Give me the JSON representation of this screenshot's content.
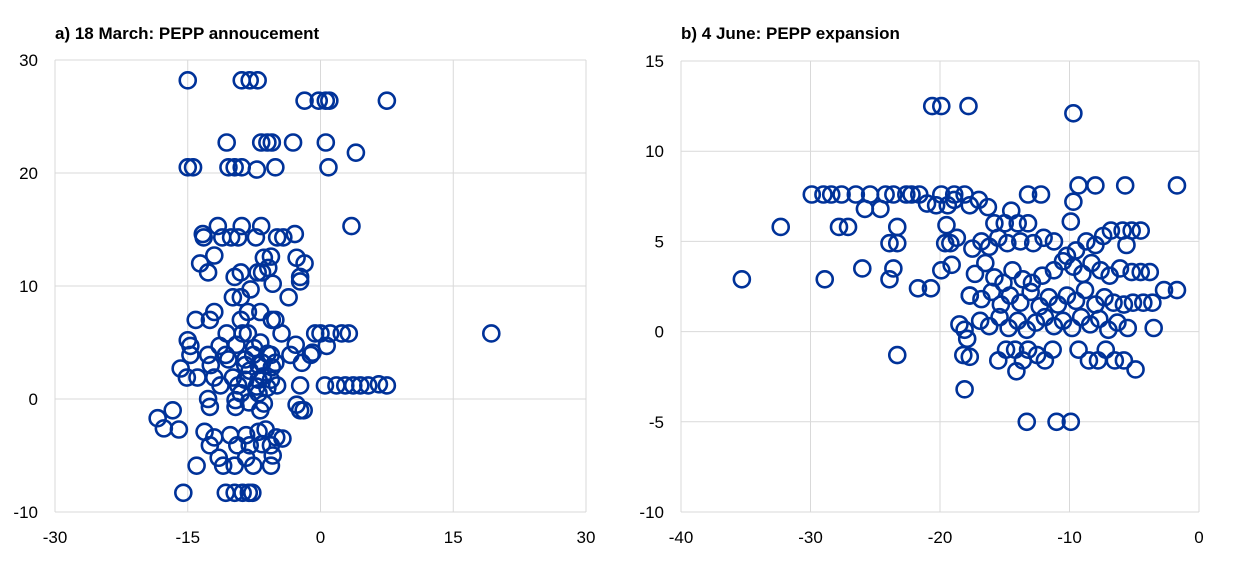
{
  "marker_color": "#003299",
  "chart_data": [
    {
      "type": "scatter",
      "title": "a) 18 March: PEPP annoucement",
      "xlim": [
        -30,
        30
      ],
      "ylim": [
        -10,
        30
      ],
      "xticks": [
        -30,
        -15,
        0,
        15,
        30
      ],
      "yticks": [
        -10,
        0,
        10,
        20,
        30
      ],
      "xtick_labels": [
        "-30",
        "-15",
        "0",
        "15",
        "30"
      ],
      "ytick_labels": [
        "-10",
        "0",
        "10",
        "20",
        "30"
      ],
      "grid": true,
      "points": [
        [
          -15,
          28.2
        ],
        [
          -8.9,
          28.2
        ],
        [
          -8,
          28.2
        ],
        [
          -7.1,
          28.2
        ],
        [
          -1.8,
          26.4
        ],
        [
          -0.2,
          26.4
        ],
        [
          0.6,
          26.4
        ],
        [
          1,
          26.4
        ],
        [
          7.5,
          26.4
        ],
        [
          -15,
          20.5
        ],
        [
          -14.4,
          20.5
        ],
        [
          -10.6,
          22.7
        ],
        [
          -6.7,
          22.7
        ],
        [
          -6,
          22.7
        ],
        [
          -5.5,
          22.7
        ],
        [
          -3.1,
          22.7
        ],
        [
          0.6,
          22.7
        ],
        [
          4,
          21.8
        ],
        [
          -10.4,
          20.5
        ],
        [
          -9.7,
          20.5
        ],
        [
          -8.9,
          20.5
        ],
        [
          -7.2,
          20.3
        ],
        [
          -5.1,
          20.5
        ],
        [
          0.9,
          20.5
        ],
        [
          3.5,
          15.3
        ],
        [
          -11.6,
          15.3
        ],
        [
          -8.9,
          15.3
        ],
        [
          -6.7,
          15.3
        ],
        [
          -13.3,
          14.6
        ],
        [
          -13.2,
          14.3
        ],
        [
          -11.1,
          14.3
        ],
        [
          -10.1,
          14.3
        ],
        [
          -9.3,
          14.3
        ],
        [
          -7.3,
          14.3
        ],
        [
          -4.9,
          14.3
        ],
        [
          -4.2,
          14.3
        ],
        [
          -2.9,
          14.6
        ],
        [
          -13.6,
          12
        ],
        [
          -12,
          12.7
        ],
        [
          -6.4,
          12.5
        ],
        [
          -5.6,
          12.6
        ],
        [
          -2.7,
          12.5
        ],
        [
          -1.8,
          12
        ],
        [
          -12.7,
          11.2
        ],
        [
          -9.7,
          10.8
        ],
        [
          -9,
          11.2
        ],
        [
          -7.1,
          11.2
        ],
        [
          -6.6,
          11.2
        ],
        [
          -5.9,
          11.6
        ],
        [
          -2.3,
          10.8
        ],
        [
          -9.9,
          9
        ],
        [
          -7.9,
          9.7
        ],
        [
          -5.4,
          10.2
        ],
        [
          -2.3,
          10.4
        ],
        [
          -9,
          9
        ],
        [
          -3.6,
          9
        ],
        [
          -12,
          7.7
        ],
        [
          -8.2,
          7.7
        ],
        [
          -6.8,
          7.7
        ],
        [
          -5.1,
          7
        ],
        [
          -14.1,
          7
        ],
        [
          -12.5,
          7
        ],
        [
          -9,
          7
        ],
        [
          -5.5,
          7
        ],
        [
          -10.6,
          5.8
        ],
        [
          -8.8,
          5.8
        ],
        [
          -8.2,
          5.8
        ],
        [
          -4.4,
          5.8
        ],
        [
          -0.6,
          5.8
        ],
        [
          0,
          5.8
        ],
        [
          1.1,
          5.8
        ],
        [
          2.4,
          5.8
        ],
        [
          3.2,
          5.8
        ],
        [
          -15,
          5.2
        ],
        [
          -14.7,
          4.7
        ],
        [
          -11.4,
          4.7
        ],
        [
          -9.5,
          4.8
        ],
        [
          -6.8,
          5
        ],
        [
          -2.8,
          4.8
        ],
        [
          0.7,
          4.7
        ],
        [
          -14.7,
          3.9
        ],
        [
          -12.7,
          3.9
        ],
        [
          -10.7,
          3.9
        ],
        [
          -7.6,
          3.9
        ],
        [
          -5.6,
          3.9
        ],
        [
          -3.4,
          3.9
        ],
        [
          -1.1,
          3.9
        ],
        [
          -0.9,
          4.1
        ],
        [
          -15.8,
          2.7
        ],
        [
          -12.4,
          3
        ],
        [
          -10.4,
          3.5
        ],
        [
          -8.5,
          3.5
        ],
        [
          -6.6,
          3.2
        ],
        [
          -5.1,
          3.2
        ],
        [
          -2.1,
          3.2
        ],
        [
          -15.1,
          1.9
        ],
        [
          -13.9,
          1.9
        ],
        [
          -12,
          1.9
        ],
        [
          -9.9,
          1.9
        ],
        [
          -8.5,
          1.7
        ],
        [
          -7,
          1.7
        ],
        [
          -5.6,
          1.7
        ],
        [
          -11.3,
          1.2
        ],
        [
          -9.3,
          1.2
        ],
        [
          -7.2,
          1.1
        ],
        [
          -4.9,
          1.2
        ],
        [
          -2.3,
          1.2
        ],
        [
          0.5,
          1.2
        ],
        [
          1.8,
          1.2
        ],
        [
          2.8,
          1.2
        ],
        [
          3.7,
          1.2
        ],
        [
          4.5,
          1.2
        ],
        [
          5.4,
          1.2
        ],
        [
          6.6,
          1.3
        ],
        [
          7.5,
          1.2
        ],
        [
          -12.7,
          0
        ],
        [
          -9.6,
          -0.1
        ],
        [
          -8.1,
          -0.3
        ],
        [
          -6.4,
          -0.4
        ],
        [
          -12.5,
          -0.7
        ],
        [
          -9.6,
          -0.7
        ],
        [
          -6.8,
          -1
        ],
        [
          -2.7,
          -0.5
        ],
        [
          -2.3,
          -1
        ],
        [
          -1.9,
          -1
        ],
        [
          -18.4,
          -1.7
        ],
        [
          -16.7,
          -1
        ],
        [
          -17.7,
          -2.6
        ],
        [
          -16,
          -2.7
        ],
        [
          -13.1,
          -2.9
        ],
        [
          -12,
          -3.4
        ],
        [
          -10.2,
          -3.2
        ],
        [
          -8.4,
          -3.2
        ],
        [
          -7,
          -2.9
        ],
        [
          -6.2,
          -2.7
        ],
        [
          -5,
          -3.4
        ],
        [
          -4.3,
          -3.5
        ],
        [
          -12.5,
          -4.1
        ],
        [
          -9.4,
          -4.1
        ],
        [
          -8,
          -4.1
        ],
        [
          -6.6,
          -4
        ],
        [
          -5.6,
          -4.1
        ],
        [
          -11.5,
          -5.2
        ],
        [
          -8.4,
          -5.2
        ],
        [
          -5.4,
          -5
        ],
        [
          -14,
          -5.9
        ],
        [
          -11,
          -5.9
        ],
        [
          -9.7,
          -5.9
        ],
        [
          -7.6,
          -5.9
        ],
        [
          -5.6,
          -5.9
        ],
        [
          -15.5,
          -8.3
        ],
        [
          -10.7,
          -8.3
        ],
        [
          -9.7,
          -8.3
        ],
        [
          -8.8,
          -8.3
        ],
        [
          -8.1,
          -8.3
        ],
        [
          -7.7,
          -8.3
        ],
        [
          19.3,
          5.8
        ],
        [
          -8,
          2.5
        ],
        [
          -7,
          3
        ],
        [
          -6,
          4
        ],
        [
          -7.5,
          4.5
        ],
        [
          -6.5,
          2
        ],
        [
          -8.5,
          3
        ],
        [
          -5.5,
          2.8
        ],
        [
          -7,
          0.5
        ],
        [
          -9,
          0.5
        ],
        [
          -6,
          1
        ]
      ]
    },
    {
      "type": "scatter",
      "title": "b) 4 June: PEPP expansion",
      "xlim": [
        -40,
        0
      ],
      "ylim": [
        -10,
        15
      ],
      "xticks": [
        -40,
        -30,
        -20,
        -10,
        0
      ],
      "yticks": [
        -10,
        -5,
        0,
        5,
        10,
        15
      ],
      "xtick_labels": [
        "-40",
        "-30",
        "-20",
        "-10",
        "0"
      ],
      "ytick_labels": [
        "-10",
        "-5",
        "0",
        "5",
        "10",
        "15"
      ],
      "grid": true,
      "points": [
        [
          -35.3,
          2.9
        ],
        [
          -32.3,
          5.8
        ],
        [
          -29.9,
          7.6
        ],
        [
          -29,
          7.6
        ],
        [
          -28.4,
          7.6
        ],
        [
          -27.6,
          7.6
        ],
        [
          -26.5,
          7.6
        ],
        [
          -28.9,
          2.9
        ],
        [
          -27.8,
          5.8
        ],
        [
          -27.1,
          5.8
        ],
        [
          -26,
          3.5
        ],
        [
          -25.8,
          6.8
        ],
        [
          -24.6,
          6.8
        ],
        [
          -25.4,
          7.6
        ],
        [
          -24.2,
          7.6
        ],
        [
          -23.6,
          7.6
        ],
        [
          -22.6,
          7.6
        ],
        [
          -22.2,
          7.6
        ],
        [
          -21.6,
          7.6
        ],
        [
          -23.9,
          4.9
        ],
        [
          -23.3,
          4.9
        ],
        [
          -23.3,
          5.8
        ],
        [
          -23.9,
          2.9
        ],
        [
          -23.6,
          3.5
        ],
        [
          -23.3,
          -1.3
        ],
        [
          -21.7,
          2.4
        ],
        [
          -20.7,
          2.4
        ],
        [
          -20.6,
          12.5
        ],
        [
          -19.9,
          12.5
        ],
        [
          -17.8,
          12.5
        ],
        [
          -9.7,
          12.1
        ],
        [
          -19.9,
          7.6
        ],
        [
          -18.9,
          7.6
        ],
        [
          -18.1,
          7.6
        ],
        [
          -19.6,
          4.9
        ],
        [
          -19.2,
          4.9
        ],
        [
          -19.5,
          5.9
        ],
        [
          -19.9,
          3.4
        ],
        [
          -19.1,
          3.7
        ],
        [
          -18.5,
          0.4
        ],
        [
          -18.1,
          0.1
        ],
        [
          -17.9,
          -0.4
        ],
        [
          -18.2,
          -1.3
        ],
        [
          -17.7,
          -1.4
        ],
        [
          -18.1,
          -3.2
        ],
        [
          -17.7,
          2.0
        ],
        [
          -13.3,
          -5
        ],
        [
          -11,
          -5
        ],
        [
          -9.9,
          -5
        ],
        [
          -9.3,
          8.1
        ],
        [
          -8,
          8.1
        ],
        [
          -5.7,
          8.1
        ],
        [
          -1.7,
          8.1
        ],
        [
          -9.7,
          7.2
        ],
        [
          -9.9,
          6.1
        ],
        [
          -1.7,
          2.3
        ],
        [
          -3.5,
          0.2
        ],
        [
          -4.9,
          -2.1
        ],
        [
          -21,
          7.1
        ],
        [
          -20.3,
          7.0
        ],
        [
          -19.4,
          7.0
        ],
        [
          -18.9,
          7.3
        ],
        [
          -17.7,
          7.0
        ],
        [
          -17,
          7.3
        ],
        [
          -16.3,
          6.9
        ],
        [
          -15.8,
          6.0
        ],
        [
          -15,
          6.0
        ],
        [
          -14.5,
          6.7
        ],
        [
          -14,
          6.0
        ],
        [
          -13.2,
          7.6
        ],
        [
          -12.2,
          7.6
        ],
        [
          -13.2,
          6.0
        ],
        [
          -18.7,
          5.2
        ],
        [
          -17.5,
          4.6
        ],
        [
          -16.8,
          5.0
        ],
        [
          -16.2,
          4.7
        ],
        [
          -15.5,
          5.2
        ],
        [
          -14.8,
          4.9
        ],
        [
          -13.8,
          5.0
        ],
        [
          -12.8,
          4.9
        ],
        [
          -12,
          5.2
        ],
        [
          -11.2,
          5.0
        ],
        [
          -10.2,
          4.2
        ],
        [
          -9.5,
          4.5
        ],
        [
          -8.7,
          5.0
        ],
        [
          -8.0,
          4.8
        ],
        [
          -7.4,
          5.3
        ],
        [
          -6.8,
          5.6
        ],
        [
          -5.9,
          5.6
        ],
        [
          -5.2,
          5.6
        ],
        [
          -4.5,
          5.6
        ],
        [
          -5.6,
          4.8
        ],
        [
          -17.3,
          3.2
        ],
        [
          -16.5,
          3.8
        ],
        [
          -15.8,
          3.0
        ],
        [
          -15.1,
          2.7
        ],
        [
          -14.4,
          3.4
        ],
        [
          -13.6,
          2.9
        ],
        [
          -12.9,
          2.7
        ],
        [
          -12.1,
          3.1
        ],
        [
          -11.2,
          3.4
        ],
        [
          -10.5,
          3.9
        ],
        [
          -9.7,
          3.6
        ],
        [
          -9,
          3.2
        ],
        [
          -8.3,
          3.8
        ],
        [
          -7.6,
          3.4
        ],
        [
          -6.9,
          3.1
        ],
        [
          -6.1,
          3.5
        ],
        [
          -5.2,
          3.3
        ],
        [
          -4.5,
          3.3
        ],
        [
          -3.8,
          3.3
        ],
        [
          -17.7,
          2.0
        ],
        [
          -16.8,
          1.8
        ],
        [
          -16,
          2.2
        ],
        [
          -15.3,
          1.5
        ],
        [
          -14.6,
          2.0
        ],
        [
          -13.8,
          1.6
        ],
        [
          -13,
          2.2
        ],
        [
          -12.3,
          1.4
        ],
        [
          -11.6,
          1.9
        ],
        [
          -10.9,
          1.5
        ],
        [
          -10.2,
          2.0
        ],
        [
          -9.5,
          1.7
        ],
        [
          -8.8,
          2.3
        ],
        [
          -8,
          1.5
        ],
        [
          -7.3,
          1.9
        ],
        [
          -6.6,
          1.6
        ],
        [
          -5.8,
          1.5
        ],
        [
          -5.1,
          1.6
        ],
        [
          -4.3,
          1.6
        ],
        [
          -3.6,
          1.6
        ],
        [
          -2.7,
          2.3
        ],
        [
          -16.9,
          0.6
        ],
        [
          -16.2,
          0.3
        ],
        [
          -15.4,
          0.8
        ],
        [
          -14.7,
          0.2
        ],
        [
          -14,
          0.6
        ],
        [
          -13.3,
          0.1
        ],
        [
          -12.6,
          0.5
        ],
        [
          -11.9,
          0.8
        ],
        [
          -11.2,
          0.3
        ],
        [
          -10.5,
          0.6
        ],
        [
          -9.8,
          0.2
        ],
        [
          -9.1,
          0.8
        ],
        [
          -8.4,
          0.4
        ],
        [
          -7.7,
          0.7
        ],
        [
          -7,
          0.1
        ],
        [
          -6.3,
          0.5
        ],
        [
          -5.5,
          0.2
        ],
        [
          -15.5,
          -1.6
        ],
        [
          -14.9,
          -1.0
        ],
        [
          -14.2,
          -1.0
        ],
        [
          -13.6,
          -1.6
        ],
        [
          -13.2,
          -1.0
        ],
        [
          -12.5,
          -1.3
        ],
        [
          -11.9,
          -1.6
        ],
        [
          -11.3,
          -1.0
        ],
        [
          -14.1,
          -2.2
        ],
        [
          -9.3,
          -1.0
        ],
        [
          -8.5,
          -1.6
        ],
        [
          -7.8,
          -1.6
        ],
        [
          -7.2,
          -1.0
        ],
        [
          -6.5,
          -1.6
        ],
        [
          -5.8,
          -1.6
        ]
      ]
    }
  ]
}
